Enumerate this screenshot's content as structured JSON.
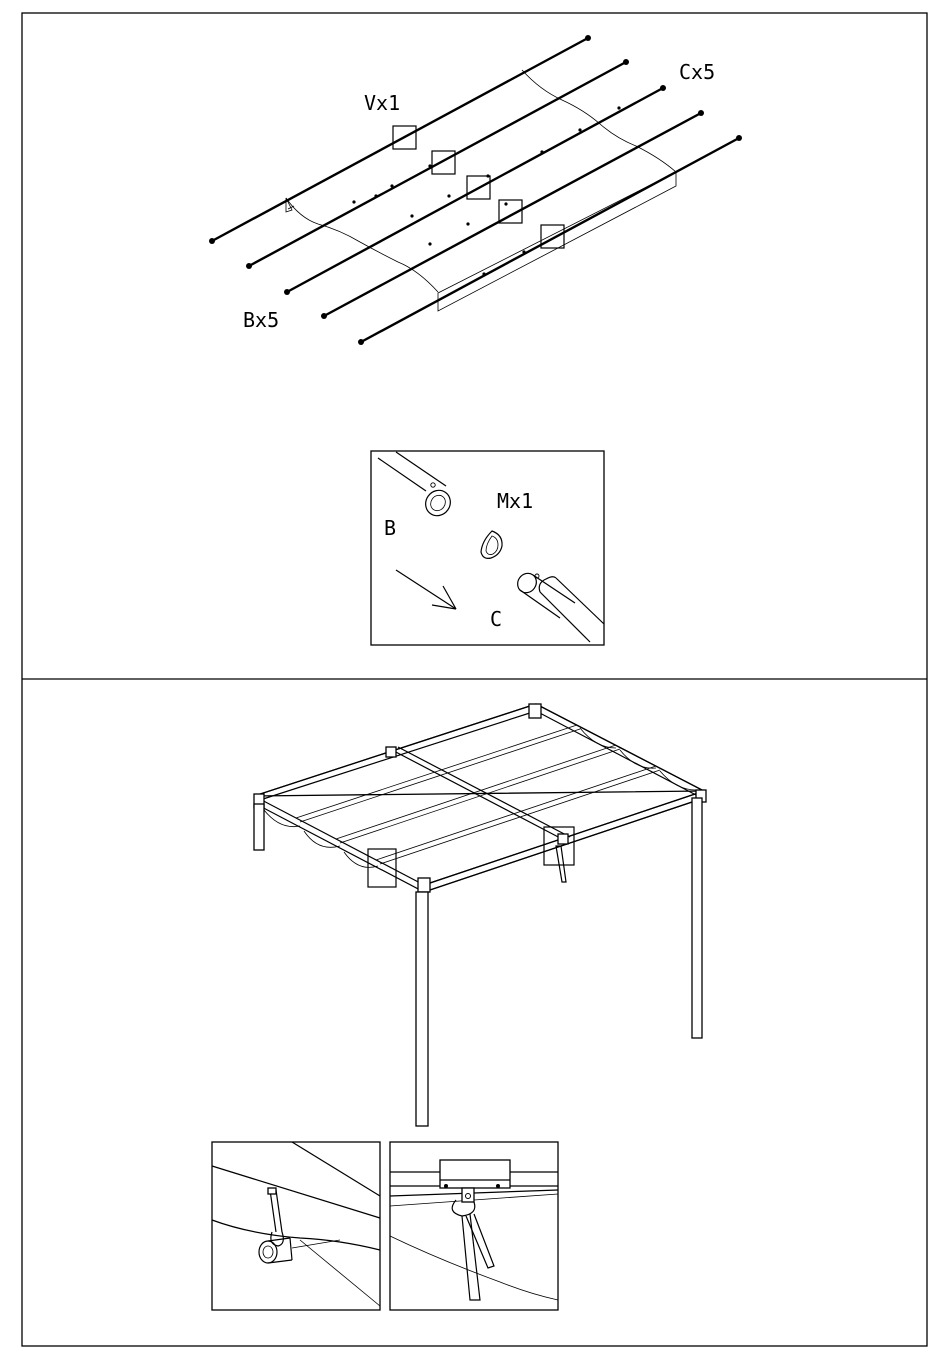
{
  "step1": {
    "labels": {
      "v": "Vx1",
      "c": "Cx5",
      "b": "Bx5"
    },
    "detail": {
      "part_b": "B",
      "part_m": "Mx1",
      "part_c": "C"
    }
  },
  "step2": {
    "detail_left": "",
    "detail_right": ""
  }
}
